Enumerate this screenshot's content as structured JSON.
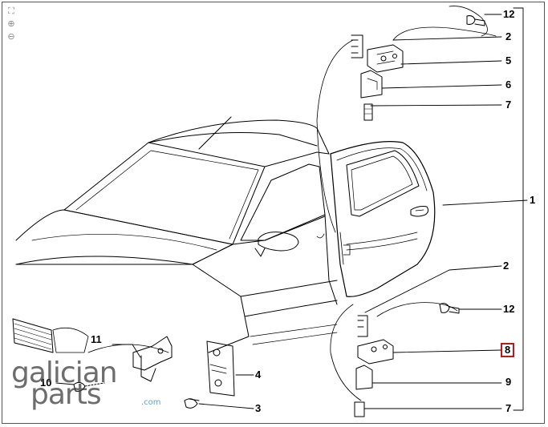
{
  "toolbar": {
    "tools": [
      {
        "name": "fit-icon",
        "glyph": "⛶"
      },
      {
        "name": "zoom-in-icon",
        "glyph": "⊕"
      },
      {
        "name": "zoom-out-icon",
        "glyph": "⊖"
      }
    ]
  },
  "callouts": {
    "c12a": "12",
    "c2a": "2",
    "c5": "5",
    "c6": "6",
    "c7a": "7",
    "c1": "1",
    "c2b": "2",
    "c12b": "12",
    "c8": "8",
    "c9": "9",
    "c7b": "7",
    "c11": "11",
    "c10": "10",
    "c4": "4",
    "c3": "3"
  },
  "selected_callout": "8",
  "colors": {
    "selected_border": "#c0171d",
    "line": "#000000",
    "watermark_accent": "#5aa0d0"
  },
  "watermark": {
    "line1": "galician",
    "line2": "parts",
    "suffix": ".com"
  }
}
